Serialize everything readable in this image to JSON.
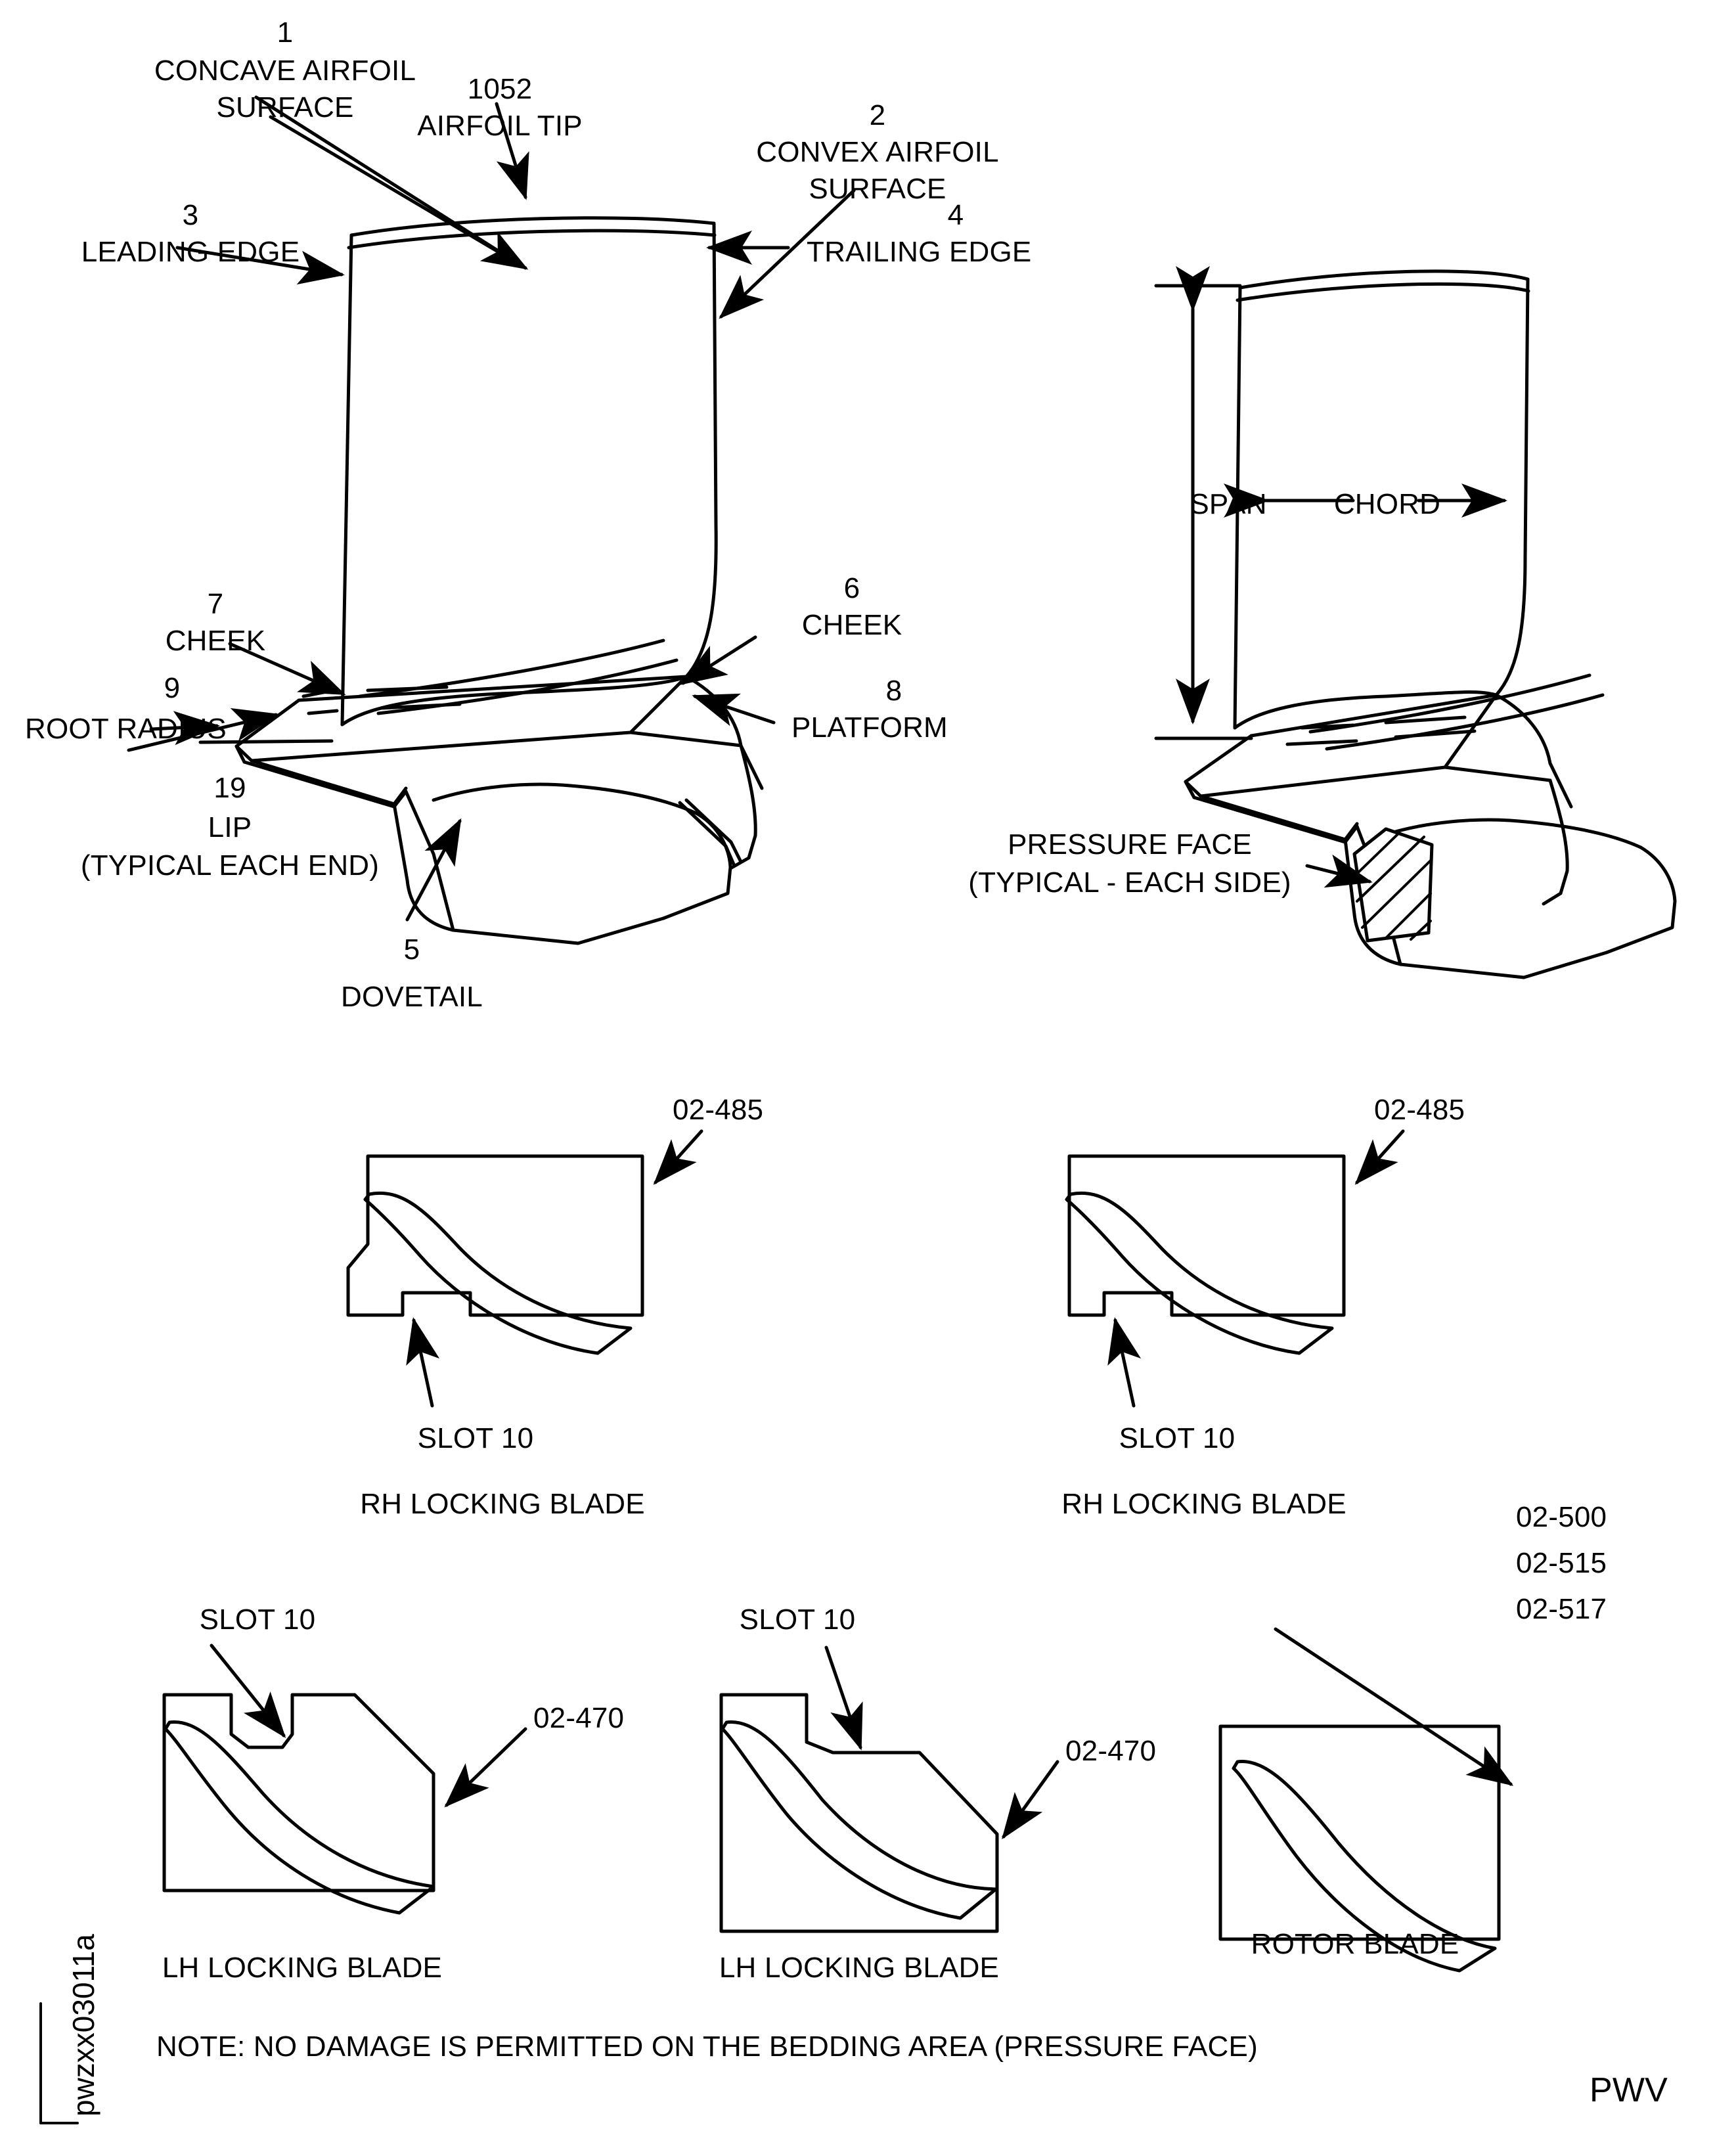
{
  "diagram": {
    "title_code": "pwzxx03011a",
    "manufacturer_code": "PWV",
    "note": "NOTE: NO DAMAGE IS PERMITTED ON THE BEDDING AREA (PRESSURE FACE)"
  },
  "main_blade_labels": {
    "concave_num": "1",
    "concave_line1": "CONCAVE AIRFOIL",
    "concave_line2": "SURFACE",
    "tip_num": "1052",
    "tip_label": "AIRFOIL TIP",
    "convex_num": "2",
    "convex_line1": "CONVEX AIRFOIL",
    "convex_line2": "SURFACE",
    "leading_num": "3",
    "leading_label": "LEADING EDGE",
    "trailing_num": "4",
    "trailing_label": "TRAILING EDGE",
    "cheek7_num": "7",
    "cheek7_label": "CHEEK",
    "cheek6_num": "6",
    "cheek6_label": "CHEEK",
    "platform_num": "8",
    "platform_label": "PLATFORM",
    "root_num": "9",
    "root_label": "ROOT RADIUS",
    "lip_num": "19",
    "lip_label": "LIP",
    "lip_sub": "(TYPICAL EACH END)",
    "dovetail_num": "5",
    "dovetail_label": "DOVETAIL"
  },
  "dimension_blade_labels": {
    "span": "SPAN",
    "chord": "CHORD",
    "pressure_line1": "PRESSURE FACE",
    "pressure_line2": "(TYPICAL - EACH SIDE)"
  },
  "sections": [
    {
      "id": "rh-locking-blade-left",
      "part_number": "02-485",
      "slot_label": "SLOT 10",
      "caption": "RH LOCKING BLADE"
    },
    {
      "id": "rh-locking-blade-right",
      "part_number": "02-485",
      "slot_label": "SLOT 10",
      "caption": "RH LOCKING BLADE"
    },
    {
      "id": "lh-locking-blade-left",
      "part_number": "02-470",
      "slot_label": "SLOT 10",
      "caption": "LH LOCKING BLADE"
    },
    {
      "id": "lh-locking-blade-middle",
      "part_number": "02-470",
      "slot_label": "SLOT 10",
      "caption": "LH LOCKING BLADE"
    },
    {
      "id": "rotor-blade",
      "part_numbers": [
        "02-500",
        "02-515",
        "02-517"
      ],
      "part_number_1": "02-500",
      "part_number_2": "02-515",
      "part_number_3": "02-517",
      "caption": "ROTOR BLADE"
    }
  ],
  "colors": {
    "ink": "#000000",
    "paper": "#ffffff"
  }
}
